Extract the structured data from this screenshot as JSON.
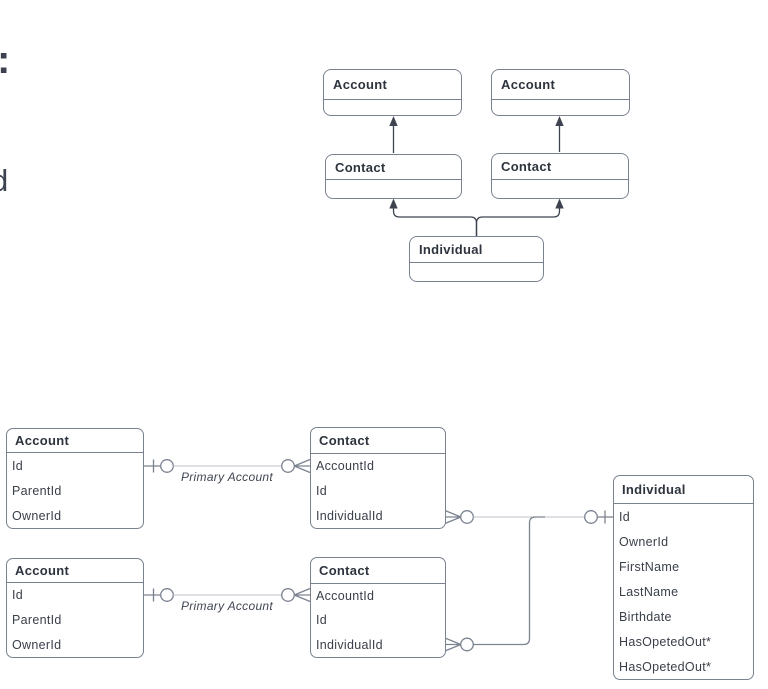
{
  "canvas": {
    "background": "#ffffff"
  },
  "edge_fragments": {
    "colon": ":",
    "letter_d": "d"
  },
  "colors": {
    "box_border": "#7a8290",
    "title_text": "#2e343e",
    "field_text": "#3a404a",
    "connector": "#7b8290",
    "connector_light": "#bec2c9",
    "arrow": "#3d4450",
    "relationship_label_text": "#3f4550"
  },
  "uml_diagram": {
    "nodes": [
      {
        "label": "Account"
      },
      {
        "label": "Account"
      },
      {
        "label": "Contact"
      },
      {
        "label": "Contact"
      },
      {
        "label": "Individual"
      }
    ]
  },
  "erd_diagram": {
    "entities": [
      {
        "title": "Account",
        "fields": [
          "Id",
          "ParentId",
          "OwnerId"
        ]
      },
      {
        "title": "Contact",
        "fields": [
          "AccountId",
          "Id",
          "IndividualId"
        ]
      },
      {
        "title": "Account",
        "fields": [
          "Id",
          "ParentId",
          "OwnerId"
        ]
      },
      {
        "title": "Contact",
        "fields": [
          "AccountId",
          "Id",
          "IndividualId"
        ]
      },
      {
        "title": "Individual",
        "fields": [
          "Id",
          "OwnerId",
          "FirstName",
          "LastName",
          "Birthdate",
          "HasOpetedOut*",
          "HasOpetedOut*"
        ]
      }
    ],
    "relationship_labels": [
      "Primary Account",
      "Primary Account"
    ]
  }
}
